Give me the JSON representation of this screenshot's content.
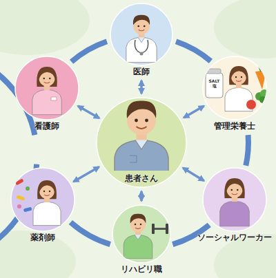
{
  "diagram": {
    "nodes": [
      {
        "text": [
          "医師"
        ]
      },
      {
        "text": [
          "看護師"
        ]
      },
      {
        "text": [
          "管理栄養士"
        ]
      },
      {
        "text": [
          "患者さん"
        ]
      },
      {
        "text": [
          "薬剤師"
        ]
      },
      {
        "text": [
          "ソーシャルワーカー"
        ]
      },
      {
        "text": [
          "リハビリ職"
        ]
      }
    ],
    "edges": [
      {
        "from": 0,
        "to": 2,
        "arrow": "none"
      },
      {
        "from": 2,
        "to": 5,
        "arrow": "none"
      },
      {
        "from": 5,
        "to": 6,
        "arrow": "none"
      },
      {
        "from": 6,
        "to": 4,
        "arrow": "none"
      },
      {
        "from": 4,
        "to": 1,
        "arrow": "none"
      },
      {
        "from": 1,
        "to": 0,
        "arrow": "none"
      },
      {
        "from": 3,
        "to": 0,
        "arrow": "both"
      },
      {
        "from": 3,
        "to": 1,
        "arrow": "both"
      },
      {
        "from": 3,
        "to": 2,
        "arrow": "both"
      },
      {
        "from": 3,
        "to": 4,
        "arrow": "both"
      },
      {
        "from": 3,
        "to": 5,
        "arrow": "both"
      },
      {
        "from": 3,
        "to": 6,
        "arrow": "both"
      }
    ],
    "labels": [
      "SALT 塩"
    ]
  }
}
